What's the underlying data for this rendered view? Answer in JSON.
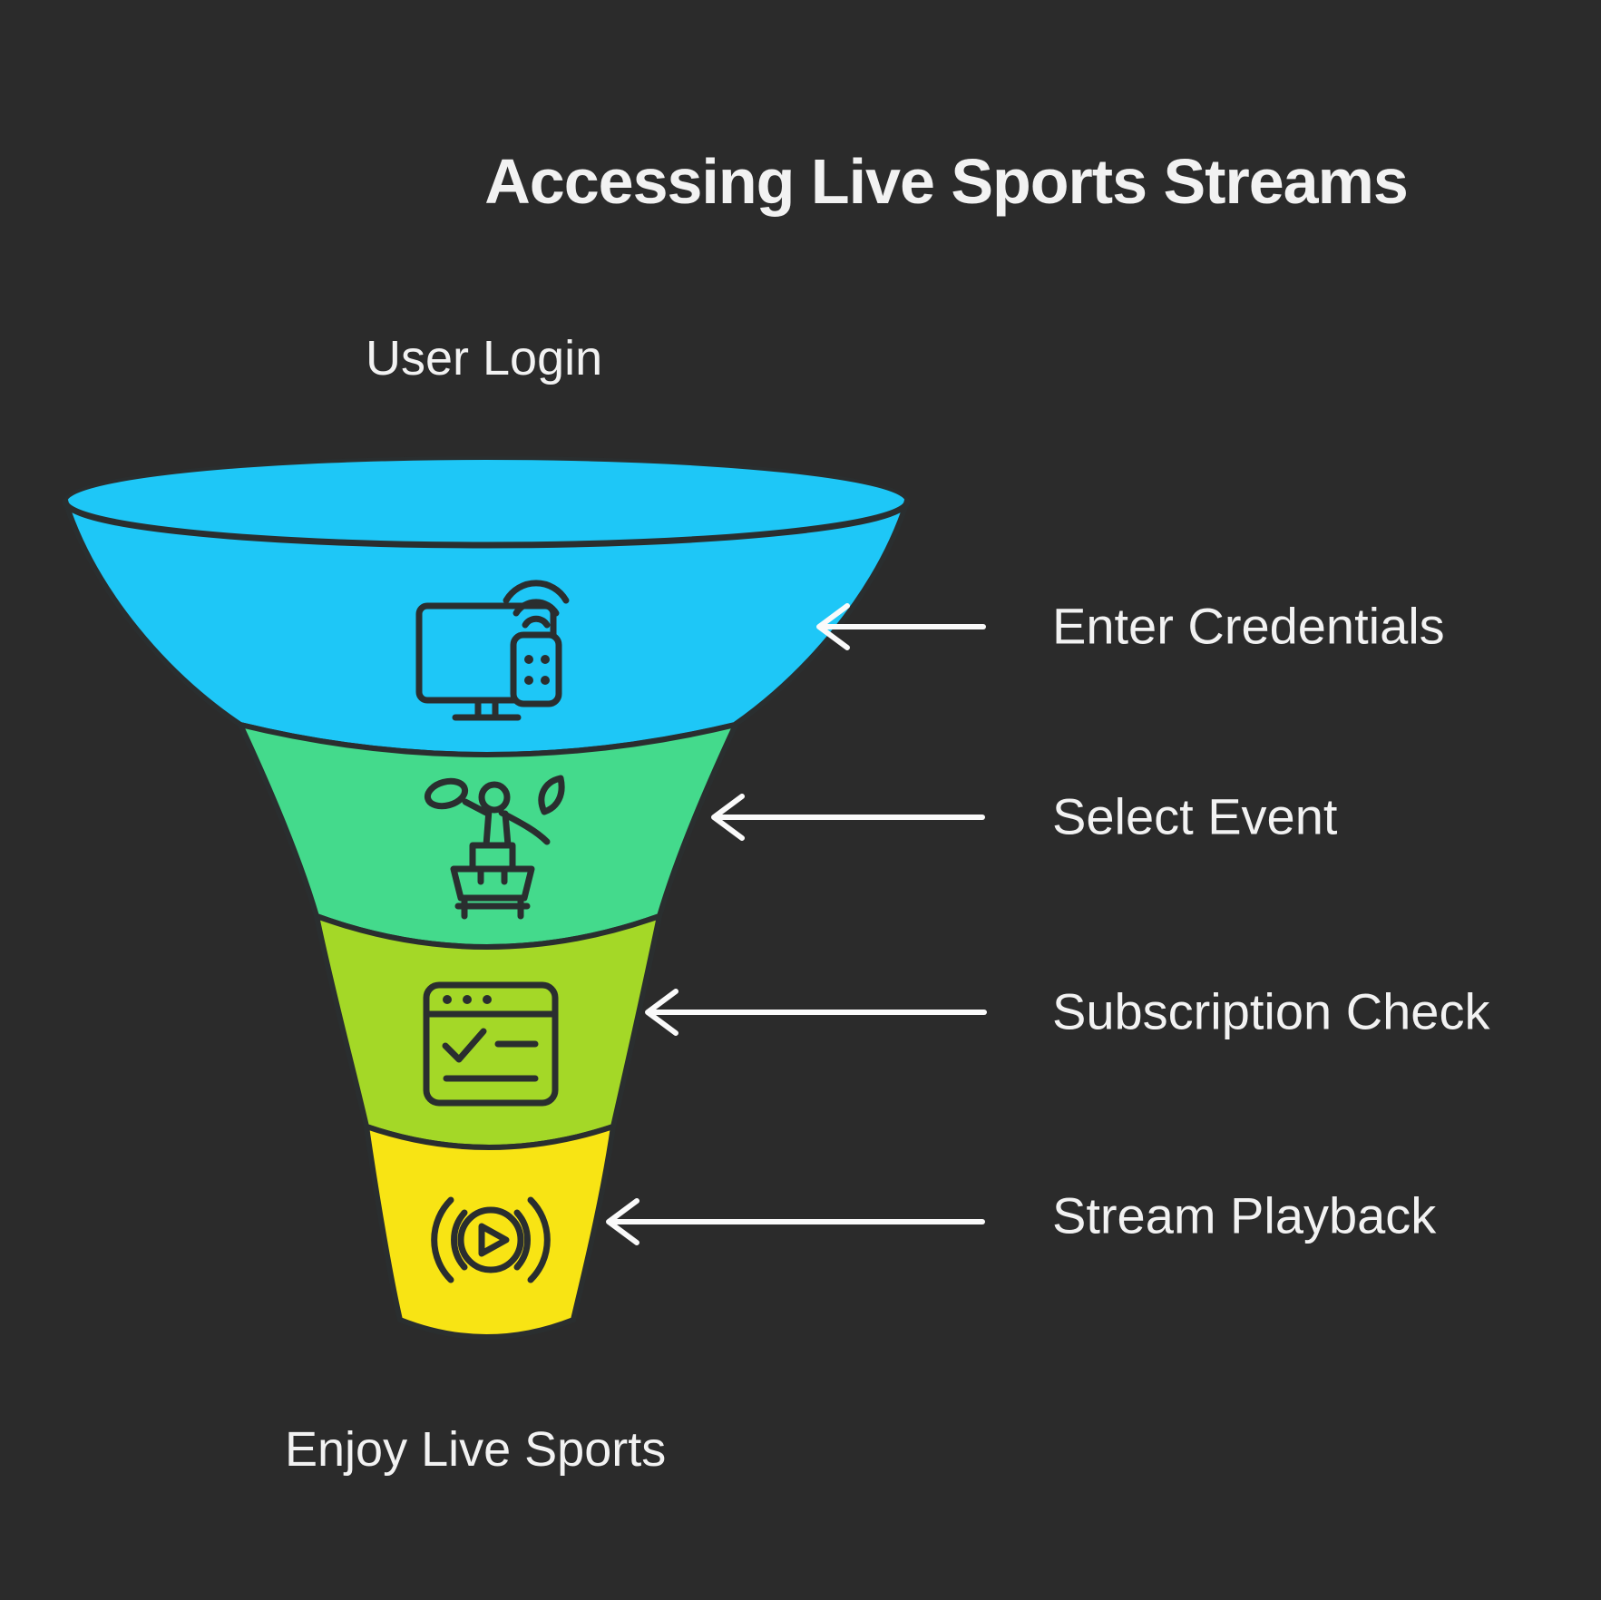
{
  "title": "Accessing Live Sports Streams",
  "funnel": {
    "top_label": "User Login",
    "bottom_label": "Enjoy Live Sports",
    "stages": [
      {
        "label": "Enter Credentials",
        "color": "#1ec7f7",
        "icon": "tv-remote-icon"
      },
      {
        "label": "Select Event",
        "color": "#44da8c",
        "icon": "athlete-podium-icon"
      },
      {
        "label": "Subscription Check",
        "color": "#a4d827",
        "icon": "browser-check-icon"
      },
      {
        "label": "Stream Playback",
        "color": "#f8e414",
        "icon": "live-playback-icon"
      }
    ]
  },
  "colors": {
    "background": "#2b2b2b",
    "text": "#f2f2f2",
    "arrow": "#fafafa",
    "outline": "#2a2e2f"
  }
}
